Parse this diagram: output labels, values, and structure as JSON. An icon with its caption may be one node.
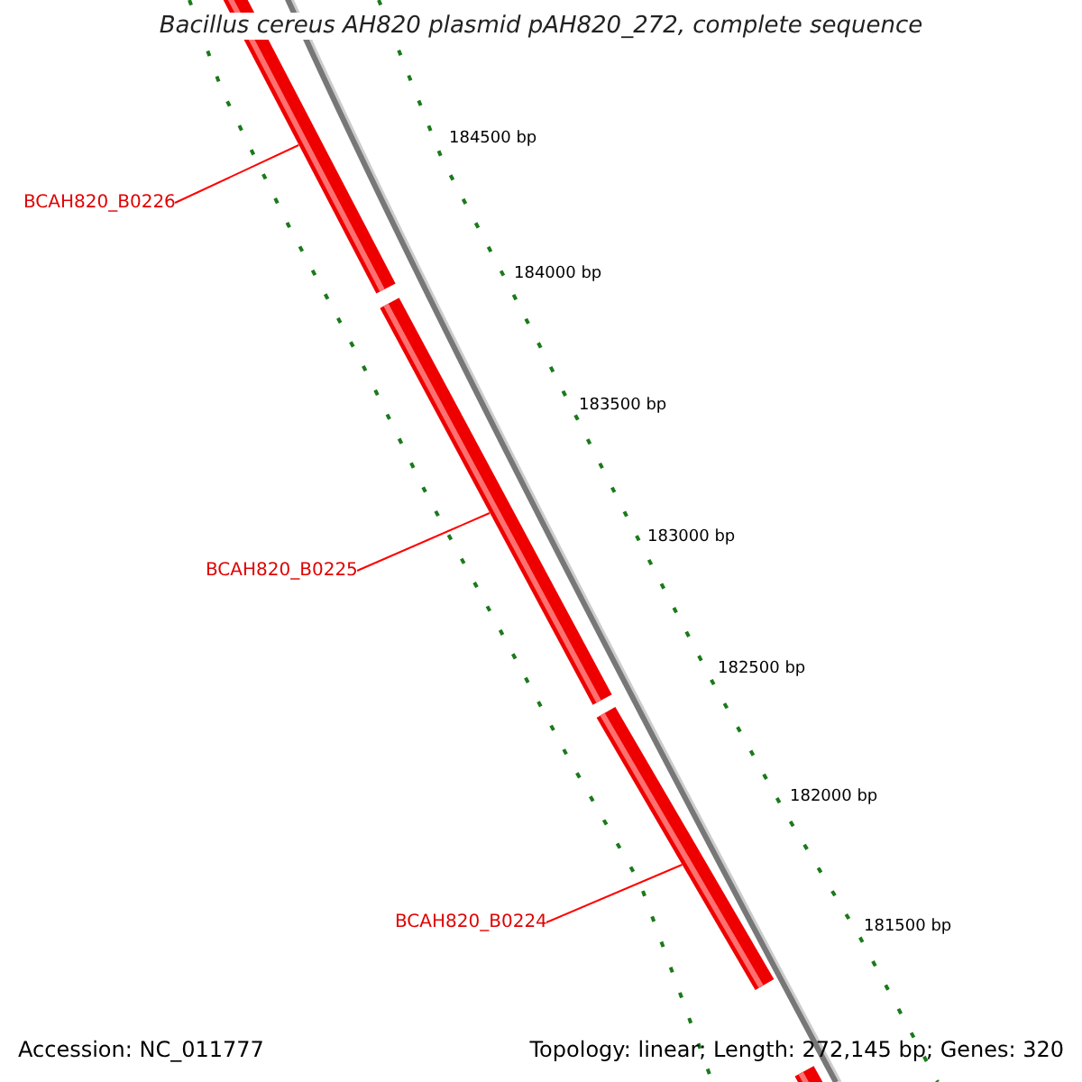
{
  "diagram": {
    "title": "Bacillus cereus AH820 plasmid pAH820_272, complete sequence",
    "nodes": [
      {
        "text": [
          "BCAH820_B0226"
        ]
      },
      {
        "text": [],
        "shape": "bar"
      },
      {
        "text": [
          "BCAH820_B0225"
        ]
      },
      {
        "text": [],
        "shape": "bar"
      },
      {
        "text": [
          "BCAH820_B0224"
        ]
      },
      {
        "text": [],
        "shape": "bar"
      },
      {
        "text": [],
        "shape": "bar"
      }
    ],
    "edges": [
      {
        "from": 0,
        "to": 1,
        "arrow": "none",
        "color": "#ff0000"
      },
      {
        "from": 2,
        "to": 3,
        "arrow": "none",
        "color": "#ff0000"
      },
      {
        "from": 4,
        "to": 5,
        "arrow": "none",
        "color": "#ff0000"
      }
    ],
    "labels": [
      "184500 bp",
      "184000 bp",
      "183500 bp",
      "183000 bp",
      "182500 bp",
      "182000 bp",
      "181500 bp",
      "Accession: NC_011777",
      "Topology: linear; Length: 272,145 bp; Genes: 320"
    ]
  }
}
